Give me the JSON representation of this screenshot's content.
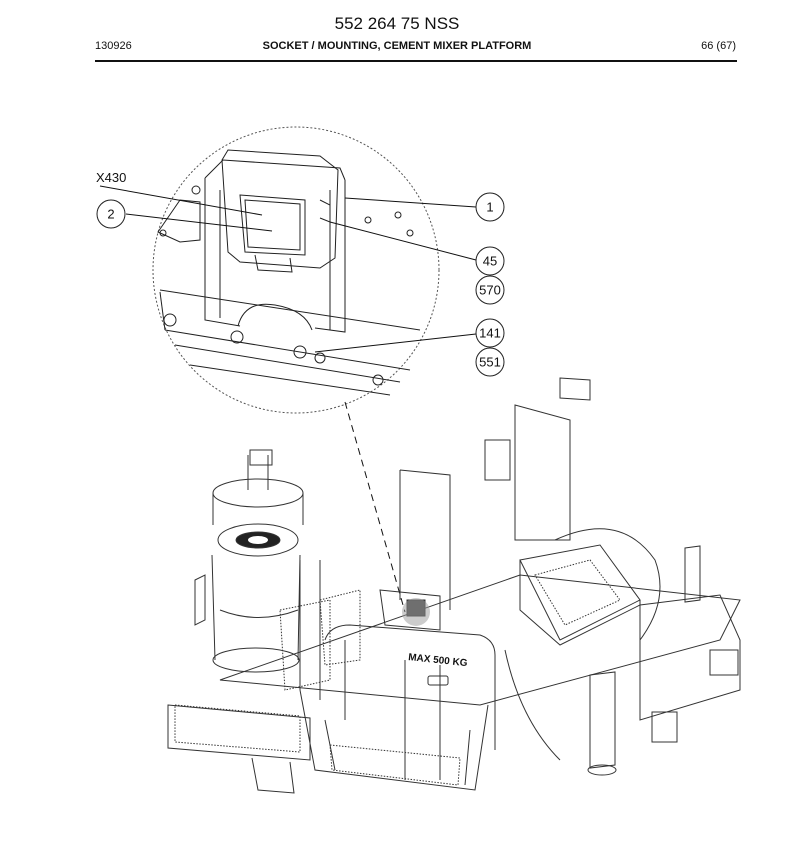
{
  "header": {
    "title": "552 264 75 NSS",
    "doc_date": "130926",
    "subtitle": "SOCKET / MOUNTING, CEMENT MIXER PLATFORM",
    "page": "66 (67)"
  },
  "drawing": {
    "label_x430": "X430",
    "machine_plate": "MAX 500 KG",
    "callouts": {
      "c1": "1",
      "c2": "2",
      "c45": "45",
      "c570": "570",
      "c141": "141",
      "c551": "551"
    }
  }
}
